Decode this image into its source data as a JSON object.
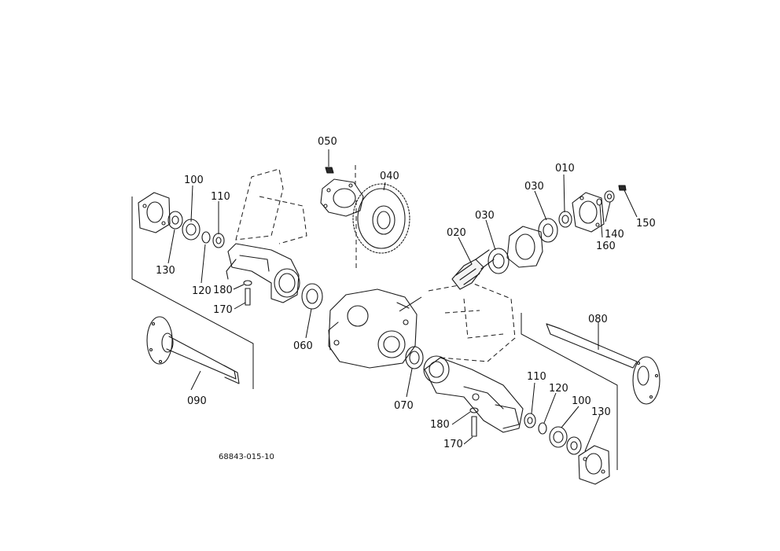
{
  "diagram": {
    "part_labels": {
      "p010": "010",
      "p020": "020",
      "p030a": "030",
      "p030b": "030",
      "p040": "040",
      "p050": "050",
      "p060": "060",
      "p070": "070",
      "p080": "080",
      "p090": "090",
      "p100a": "100",
      "p100b": "100",
      "p110a": "110",
      "p110b": "110",
      "p120a": "120",
      "p120b": "120",
      "p130a": "130",
      "p130b": "130",
      "p140": "140",
      "p150": "150",
      "p160": "160",
      "p170a": "170",
      "p170b": "170",
      "p180a": "180",
      "p180b": "180"
    },
    "drawing_code": "68843-015-10"
  }
}
